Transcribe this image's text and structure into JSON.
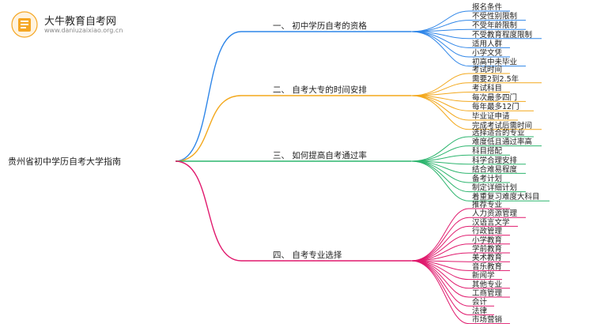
{
  "logo": {
    "title": "大牛教育自考网",
    "url": "www.daniuzaixiao.org.cn",
    "icon": "book-icon"
  },
  "mindmap": {
    "root": "贵州省初中学历自考大学指南",
    "branches": [
      {
        "label": "一、 初中学历自考的资格",
        "color": "#2f86e8",
        "children": [
          "报名条件",
          "不受性别限制",
          "不受年龄限制",
          "不受教育程度限制",
          "适用人群",
          "小学文凭",
          "初高中未毕业"
        ]
      },
      {
        "label": "二、 自考大专的时间安排",
        "color": "#f3a81c",
        "children": [
          "考试时间",
          "需要2到2.5年",
          "考试科目",
          "每次最多四门",
          "每年最多12门",
          "毕业证申请",
          "完成考试后需时间"
        ]
      },
      {
        "label": "三、 如何提高自考通过率",
        "color": "#2db56e",
        "children": [
          "选择适合的专业",
          "难度低且通过率高",
          "科目搭配",
          "科学合理安排",
          "结合难易程度",
          "备考计划",
          "制定详细计划",
          "着重复习难度大科目"
        ]
      },
      {
        "label": "四、 自考专业选择",
        "color": "#e0196d",
        "children": [
          "推荐专业",
          "人力资源管理",
          "汉语言文学",
          "行政管理",
          "小学教育",
          "学前教育",
          "美术教育",
          "音乐教育",
          "新闻学",
          "其他专业",
          "工商管理",
          "会计",
          "法律",
          "市场营销"
        ]
      }
    ]
  }
}
